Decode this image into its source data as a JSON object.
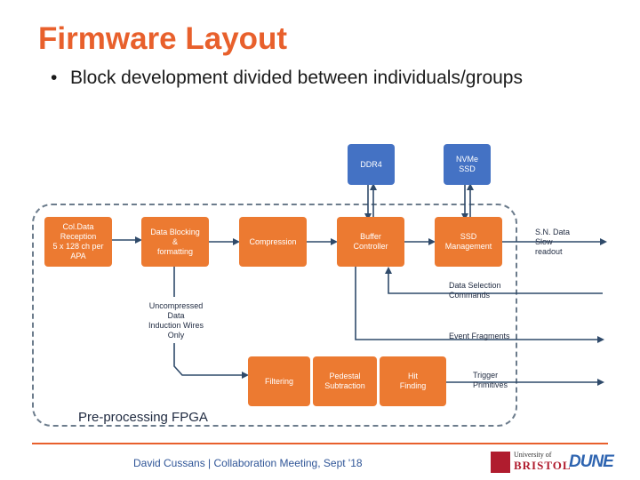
{
  "slide": {
    "title": "Firmware Layout",
    "bullet": "Block development divided between individuals/groups",
    "footer": "David Cussans | Collaboration Meeting, Sept '18"
  },
  "diagram": {
    "fpga_label": "Pre-processing FPGA",
    "blocks": {
      "coldata": "Col.Data\nReception\n5 x 128 ch per\nAPA",
      "data_blocking": "Data Blocking\n&\nformatting",
      "compression": "Compression",
      "buffer_controller": "Buffer\nController",
      "ssd_management": "SSD\nManagement",
      "filtering": "Filtering",
      "pedestal_subtraction": "Pedestal\nSubtraction",
      "hit_finding": "Hit\nFinding",
      "ddr4": "DDR4",
      "nvme_ssd": "NVMe\nSSD"
    },
    "labels": {
      "uncompressed": "Uncompressed\nData\nInduction Wires\nOnly",
      "sn_readout": "S.N. Data\nSlow\nreadout",
      "data_selection": "Data Selection\nCommands",
      "event_fragments": "Event Fragments",
      "trigger_primitives": "Trigger\nPrimitives"
    },
    "colors": {
      "block": "#EC7A31",
      "memory": "#4472C4",
      "lines": "#2f4a6a",
      "title": "#E8602C"
    }
  },
  "logos": {
    "bristol_small": "University of",
    "bristol_big": "BRISTOL",
    "dune": "DUNE"
  }
}
